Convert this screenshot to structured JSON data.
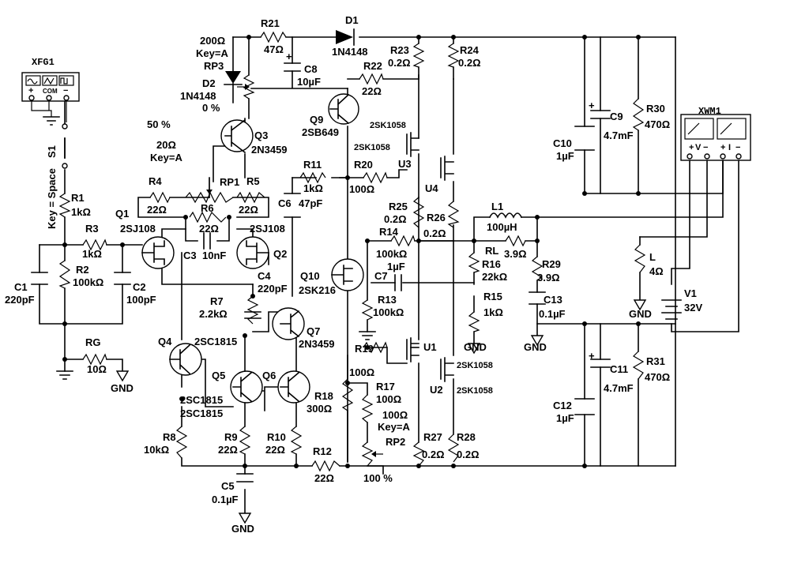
{
  "components": {
    "r21": {
      "ref": "R21",
      "val": "47Ω"
    },
    "d1": {
      "ref": "D1",
      "val": "1N4148"
    },
    "rp3": {
      "ref": "RP3",
      "val": "200Ω",
      "key": "Key=A",
      "pct": "0 %"
    },
    "d2": {
      "ref": "D2",
      "val": "1N4148"
    },
    "c8": {
      "ref": "C8",
      "val": "10µF"
    },
    "r22": {
      "ref": "R22",
      "val": "22Ω"
    },
    "r23": {
      "ref": "R23",
      "val": "0.2Ω"
    },
    "r24": {
      "ref": "R24",
      "val": "0.2Ω"
    },
    "q9": {
      "ref": "Q9",
      "val": "2SB649"
    },
    "q3": {
      "ref": "Q3",
      "val": "2N3459"
    },
    "rp1": {
      "ref": "RP1",
      "val": "20Ω",
      "key": "Key=A",
      "pct": "50 %"
    },
    "xfg1": {
      "ref": "XFG1",
      "com": "COM"
    },
    "s1": {
      "ref": "S1",
      "key": "Key = Space"
    },
    "r1": {
      "ref": "R1",
      "val": "1kΩ"
    },
    "r4": {
      "ref": "R4",
      "val": "22Ω"
    },
    "r5": {
      "ref": "R5",
      "val": "22Ω"
    },
    "r6": {
      "ref": "R6",
      "val": "22Ω"
    },
    "q1": {
      "ref": "Q1",
      "val": "2SJ108"
    },
    "q2": {
      "ref": "Q2",
      "val": "2SJ108"
    },
    "r3": {
      "ref": "R3",
      "val": "1kΩ"
    },
    "c3": {
      "ref": "C3",
      "val": "10nF"
    },
    "r2": {
      "ref": "R2",
      "val": "100kΩ"
    },
    "c1": {
      "ref": "C1",
      "val": "220pF"
    },
    "c2": {
      "ref": "C2",
      "val": "100pF"
    },
    "c4": {
      "ref": "C4",
      "val": "220pF"
    },
    "r7": {
      "ref": "R7",
      "val": "2.2kΩ"
    },
    "q4": {
      "ref": "Q4",
      "val": "2SC1815"
    },
    "q5": {
      "ref": "Q5",
      "val": "2SC1815"
    },
    "q6": {
      "ref": "Q6",
      "val": "2SC1815"
    },
    "q7": {
      "ref": "Q7",
      "val": "2N3459"
    },
    "rg": {
      "ref": "RG",
      "val": "10Ω"
    },
    "r8": {
      "ref": "R8",
      "val": "10kΩ"
    },
    "r9": {
      "ref": "R9",
      "val": "22Ω"
    },
    "r10": {
      "ref": "R10",
      "val": "22Ω"
    },
    "c5": {
      "ref": "C5",
      "val": "0.1µF"
    },
    "r12": {
      "ref": "R12",
      "val": "22Ω"
    },
    "r11": {
      "ref": "R11",
      "val": "1kΩ"
    },
    "c6": {
      "ref": "C6",
      "val": "47pF"
    },
    "r20": {
      "ref": "R20",
      "val": "100Ω"
    },
    "u3": {
      "ref": "U3",
      "val": "2SK1058"
    },
    "u4": {
      "ref": "U4",
      "val": "2SK1058"
    },
    "r25": {
      "ref": "R25",
      "val": "0.2Ω"
    },
    "r26": {
      "ref": "R26",
      "val": "0.2Ω"
    },
    "r14": {
      "ref": "R14",
      "val": "100kΩ"
    },
    "c7": {
      "ref": "C7",
      "val": "1µF"
    },
    "q10": {
      "ref": "Q10",
      "val": "2SK216"
    },
    "r13": {
      "ref": "R13",
      "val": "100kΩ"
    },
    "r19": {
      "ref": "R19",
      "val": "100Ω"
    },
    "u1": {
      "ref": "U1",
      "val": "2SK1058"
    },
    "u2": {
      "ref": "U2",
      "val": "2SK1058"
    },
    "r18": {
      "ref": "R18",
      "val": "300Ω"
    },
    "r17": {
      "ref": "R17",
      "val": "100Ω"
    },
    "rp2": {
      "ref": "RP2",
      "val": "100Ω",
      "key": "Key=A",
      "pct": "100 %"
    },
    "r27": {
      "ref": "R27",
      "val": "0.2Ω"
    },
    "r28": {
      "ref": "R28",
      "val": "0.2Ω"
    },
    "l1": {
      "ref": "L1",
      "val": "100µH"
    },
    "rl": {
      "ref": "RL",
      "val": "3.9Ω"
    },
    "r16": {
      "ref": "R16",
      "val": "22kΩ"
    },
    "r29": {
      "ref": "R29",
      "val": "3.9Ω"
    },
    "r15": {
      "ref": "R15",
      "val": "1kΩ"
    },
    "c13": {
      "ref": "C13",
      "val": "0.1µF"
    },
    "c10": {
      "ref": "C10",
      "val": "1µF"
    },
    "c9": {
      "ref": "C9",
      "val": "4.7mF"
    },
    "r30": {
      "ref": "R30",
      "val": "470Ω"
    },
    "c12": {
      "ref": "C12",
      "val": "1µF"
    },
    "c11": {
      "ref": "C11",
      "val": "4.7mF"
    },
    "r31": {
      "ref": "R31",
      "val": "470Ω"
    },
    "l": {
      "ref": "L",
      "val": "4Ω"
    },
    "v1": {
      "ref": "V1",
      "val": "32V"
    },
    "xwm1": {
      "ref": "XWM1",
      "v": "V",
      "i": "I"
    }
  },
  "gnd": "GND",
  "plus": "+",
  "minus": "−"
}
